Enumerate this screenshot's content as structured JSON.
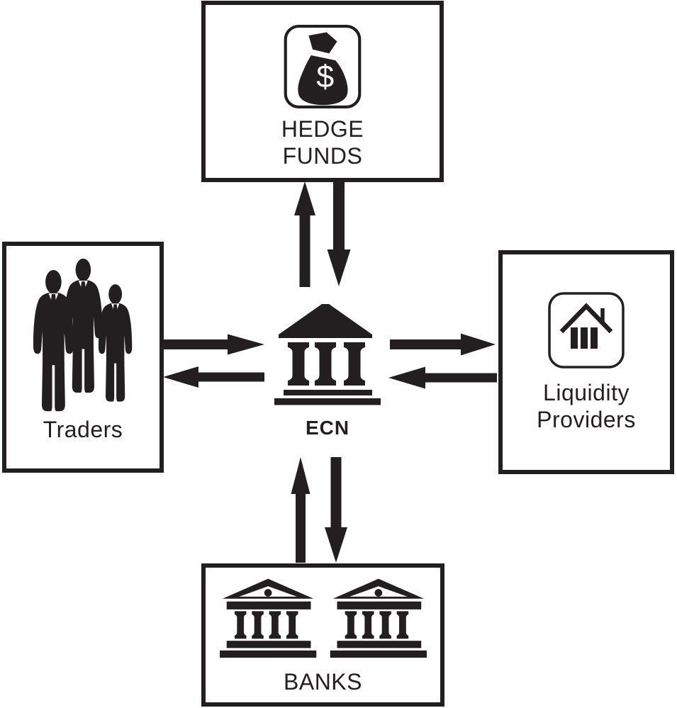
{
  "diagram": {
    "type": "hub-and-spoke-flow",
    "colors": {
      "ink": "#231f20",
      "background": "#ffffff"
    },
    "center": {
      "id": "ecn",
      "label": "ECN",
      "icon": "bank-building-icon"
    },
    "nodes": [
      {
        "id": "hedge_funds",
        "position": "top",
        "icon": "money-bag-icon",
        "label_lines": [
          "HEDGE",
          "FUNDS"
        ]
      },
      {
        "id": "traders",
        "position": "left",
        "icon": "businessmen-icon",
        "label": "Traders"
      },
      {
        "id": "liquidity_providers",
        "position": "right",
        "icon": "house-icon",
        "label_lines": [
          "Liquidity",
          "Providers"
        ]
      },
      {
        "id": "banks",
        "position": "bottom",
        "icon": "bank-buildings-icon",
        "label": "BANKS"
      }
    ],
    "connections": [
      {
        "from": "ecn",
        "to": "hedge_funds"
      },
      {
        "from": "hedge_funds",
        "to": "ecn"
      },
      {
        "from": "traders",
        "to": "ecn"
      },
      {
        "from": "ecn",
        "to": "traders"
      },
      {
        "from": "ecn",
        "to": "liquidity_providers"
      },
      {
        "from": "liquidity_providers",
        "to": "ecn"
      },
      {
        "from": "banks",
        "to": "ecn"
      },
      {
        "from": "ecn",
        "to": "banks"
      }
    ],
    "money_bag_symbol": "$"
  }
}
